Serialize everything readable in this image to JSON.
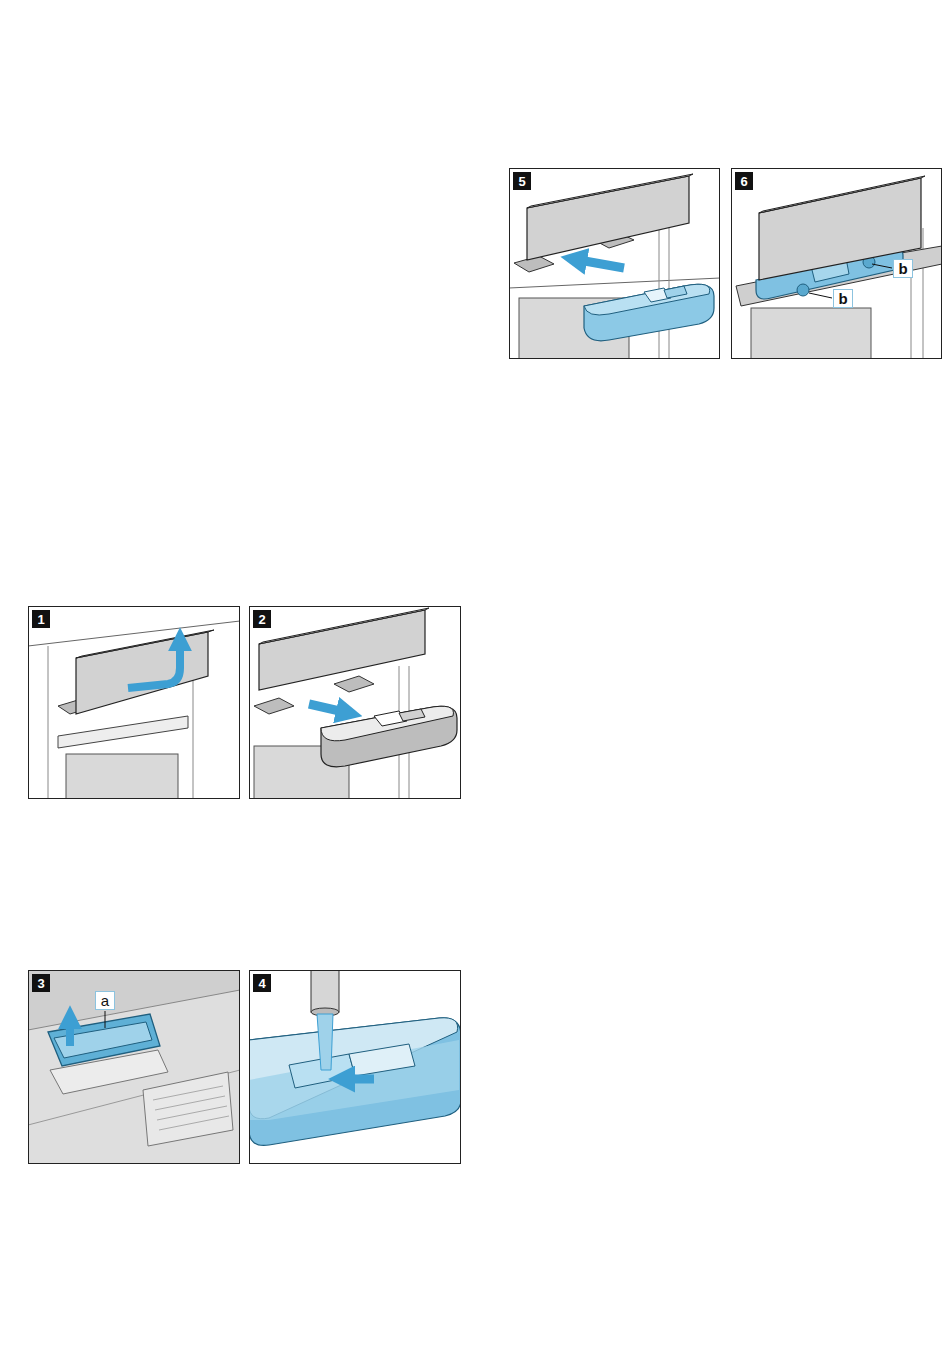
{
  "diagram": {
    "labels": [
      "5",
      "6",
      "b",
      "b",
      "1",
      "2",
      "3",
      "a",
      "4"
    ]
  }
}
